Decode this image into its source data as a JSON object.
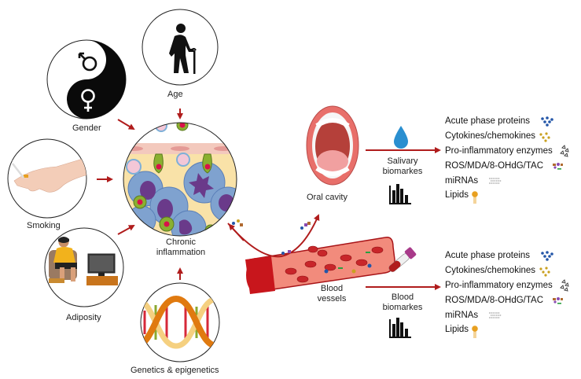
{
  "factors": {
    "age": "Age",
    "gender": "Gender",
    "smoking": "Smoking",
    "adiposity": "Adiposity",
    "genetics": "Genetics & epigenetics"
  },
  "center": {
    "line1": "Chronic",
    "line2": "inflammation"
  },
  "sites": {
    "oral_cavity": "Oral cavity",
    "blood_line1": "Blood",
    "blood_line2": "vessels"
  },
  "salivary": {
    "line1": "Salivary",
    "line2": "biomarkes",
    "items": [
      {
        "label": "Acute phase proteins",
        "icon": "blue-dots-icon"
      },
      {
        "label": "Cytokines/chemokines",
        "icon": "yellow-dots-icon"
      },
      {
        "label": "Pro-inflammatory enzymes",
        "icon": "triangles-icon"
      },
      {
        "label": "ROS/MDA/8-OHdG/TAC",
        "icon": "colored-shapes-icon"
      },
      {
        "label": "miRNAs",
        "icon": "mirna-strands-icon"
      },
      {
        "label": "Lipids",
        "icon": "lipid-icon"
      }
    ]
  },
  "blood": {
    "line1": "Blood",
    "line2": "biomarkes",
    "items": [
      {
        "label": "Acute phase proteins",
        "icon": "blue-dots-icon"
      },
      {
        "label": "Cytokines/chemokines",
        "icon": "yellow-dots-icon"
      },
      {
        "label": "Pro-inflammatory enzymes",
        "icon": "triangles-icon"
      },
      {
        "label": "ROS/MDA/8-OHdG/TAC",
        "icon": "colored-shapes-icon"
      },
      {
        "label": "miRNAs",
        "icon": "mirna-strands-icon"
      },
      {
        "label": "Lipids",
        "icon": "lipid-icon"
      }
    ]
  },
  "colors": {
    "arrow": "#b01c1c",
    "vessel": "#c8161c",
    "saliva": "#2a8fd0",
    "acute": "#2456a8",
    "cytokine": "#c9a020",
    "lipid": "#e8a020"
  }
}
